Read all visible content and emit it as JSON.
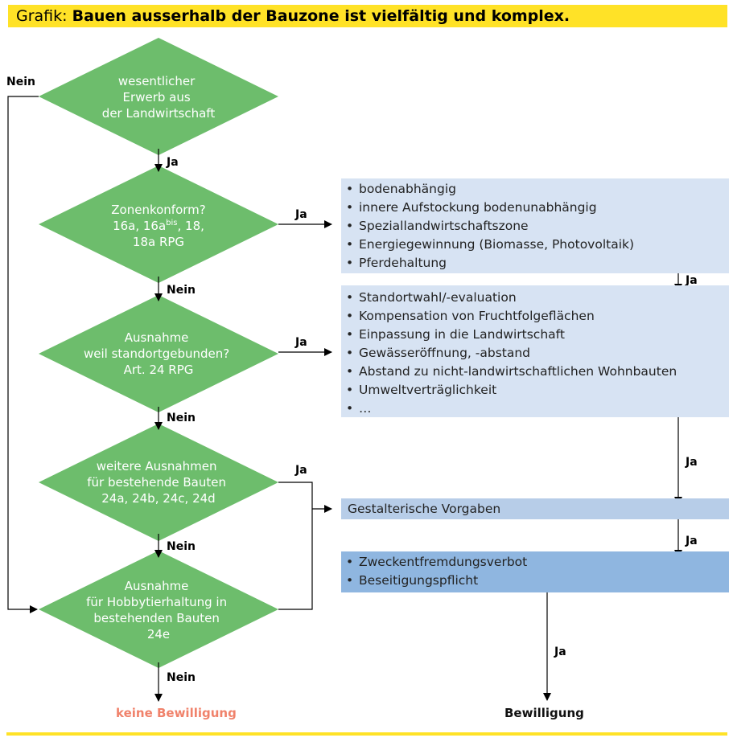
{
  "header": {
    "prefix": "Grafik:",
    "title": "Bauen ausserhalb der Bauzone ist vielfältig und komplex."
  },
  "decisions": {
    "d1": [
      "wesentlicher",
      "Erwerb aus",
      "der Landwirtschaft"
    ],
    "d2_line1": "Zonenkonform?",
    "d2_line2a": "16a, 16a",
    "d2_line2_sup": "bis",
    "d2_line2b": ", 18,",
    "d2_line3": "18a RPG",
    "d3": [
      "Ausnahme",
      "weil standortgebunden?",
      "Art. 24 RPG"
    ],
    "d4": [
      "weitere Ausnahmen",
      "für bestehende Bauten",
      "24a, 24b, 24c, 24d"
    ],
    "d5": [
      "Ausnahme",
      "für Hobbytierhaltung in",
      "bestehenden Bauten",
      "24e"
    ]
  },
  "edge_labels": {
    "yes": "Ja",
    "no": "Nein"
  },
  "boxes": {
    "zone_conform_items": [
      "bodenabhängig",
      "innere Aufstockung bodenunabhängig",
      "Speziallandwirtschaftszone",
      "Energiegewinnung (Biomasse, Photovoltaik)",
      "Pferdehaltung"
    ],
    "location_items": [
      "Standortwahl/-evaluation",
      "Kompensation von Fruchtfolgeflächen",
      "Einpassung in die Landwirtschaft",
      "Gewässeröffnung, -abstand",
      "Abstand zu nicht-landwirtschaftlichen Wohnbauten",
      "Umweltverträglichkeit",
      "…"
    ],
    "design_requirements": "Gestalterische Vorgaben",
    "final_conditions": [
      "Zweckentfremdungsverbot",
      "Beseitigungspflicht"
    ]
  },
  "terminals": {
    "rejected": "keine Bewilligung",
    "approved": "Bewilligung"
  },
  "colors": {
    "header_yellow": "#FFE227",
    "diamond_green": "#6DBD6C",
    "box_light": "#D7E3F3",
    "box_mid": "#B7CDE8",
    "box_dark": "#8FB6E0",
    "rejected_text": "#F0826B"
  }
}
